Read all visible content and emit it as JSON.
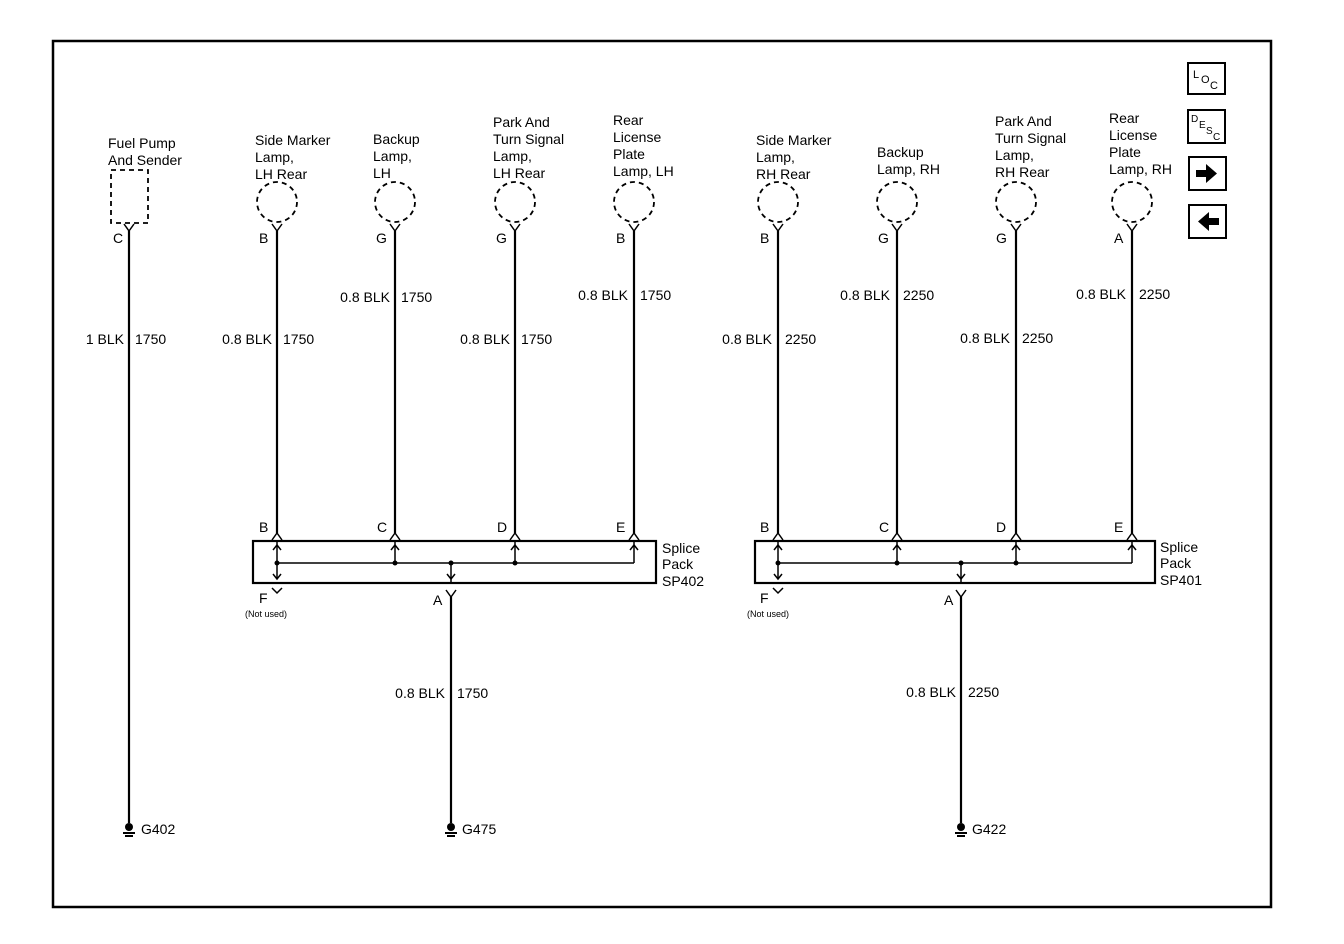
{
  "components": {
    "fuel_pump": {
      "label": [
        "Fuel Pump",
        "And Sender"
      ],
      "pin": "C",
      "wire_size": "1 BLK",
      "circuit": "1750"
    },
    "side_marker_lh": {
      "label": [
        "Side Marker",
        "Lamp,",
        "LH Rear"
      ],
      "pin": "B",
      "wire_size": "0.8 BLK",
      "circuit": "1750"
    },
    "backup_lh": {
      "label": [
        "Backup",
        "Lamp,",
        "LH"
      ],
      "pin": "G",
      "wire_size": "0.8 BLK",
      "circuit": "1750"
    },
    "park_turn_lh": {
      "label": [
        "Park And",
        "Turn Signal",
        "Lamp,",
        "LH Rear"
      ],
      "pin": "G",
      "wire_size": "0.8 BLK",
      "circuit": "1750"
    },
    "license_lh": {
      "label": [
        "Rear",
        "License",
        "Plate",
        "Lamp, LH"
      ],
      "pin": "B",
      "wire_size": "0.8 BLK",
      "circuit": "1750"
    },
    "side_marker_rh": {
      "label": [
        "Side Marker",
        "Lamp,",
        "RH Rear"
      ],
      "pin": "B",
      "wire_size": "0.8 BLK",
      "circuit": "2250"
    },
    "backup_rh": {
      "label": [
        "Backup",
        "Lamp, RH"
      ],
      "pin": "G",
      "wire_size": "0.8 BLK",
      "circuit": "2250"
    },
    "park_turn_rh": {
      "label": [
        "Park And",
        "Turn Signal",
        "Lamp,",
        "RH Rear"
      ],
      "pin": "G",
      "wire_size": "0.8 BLK",
      "circuit": "2250"
    },
    "license_rh": {
      "label": [
        "Rear",
        "License",
        "Plate",
        "Lamp, RH"
      ],
      "pin": "A",
      "wire_size": "0.8 BLK",
      "circuit": "2250"
    }
  },
  "splice_packs": {
    "sp402": {
      "label": [
        "Splice",
        "Pack",
        "SP402"
      ],
      "pins": [
        "B",
        "C",
        "D",
        "E"
      ],
      "unused_pin": "F",
      "unused_note": "(Not used)",
      "out_pin": "A",
      "out_wire_size": "0.8 BLK",
      "out_circuit": "1750"
    },
    "sp401": {
      "label": [
        "Splice",
        "Pack",
        "SP401"
      ],
      "pins": [
        "B",
        "C",
        "D",
        "E"
      ],
      "unused_pin": "F",
      "unused_note": "(Not used)",
      "out_pin": "A",
      "out_wire_size": "0.8 BLK",
      "out_circuit": "2250"
    }
  },
  "grounds": {
    "g402": "G402",
    "g475": "G475",
    "g422": "G422"
  },
  "nav": {
    "loc": {
      "text": [
        "L",
        "O",
        "C"
      ]
    },
    "desc": {
      "text": [
        "D",
        "E",
        "S",
        "C"
      ]
    },
    "next_icon": "arrow-right-icon",
    "prev_icon": "arrow-left-icon"
  }
}
